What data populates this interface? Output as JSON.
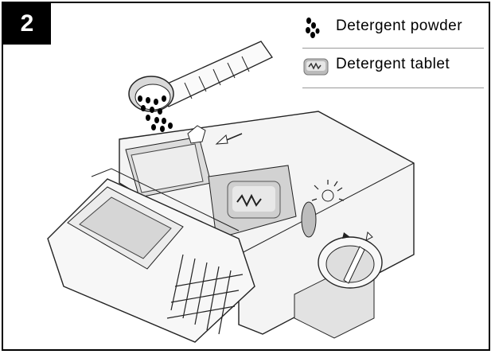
{
  "step_number": "2",
  "legend": [
    {
      "icon": "detergent-powder-icon",
      "label": "Detergent powder"
    },
    {
      "icon": "detergent-tablet-icon",
      "label": "Detergent tablet"
    }
  ],
  "colors": {
    "frame": "#000000",
    "line": "#222222",
    "surface": "#f2f2f2",
    "shade": "#cfcfcf"
  }
}
